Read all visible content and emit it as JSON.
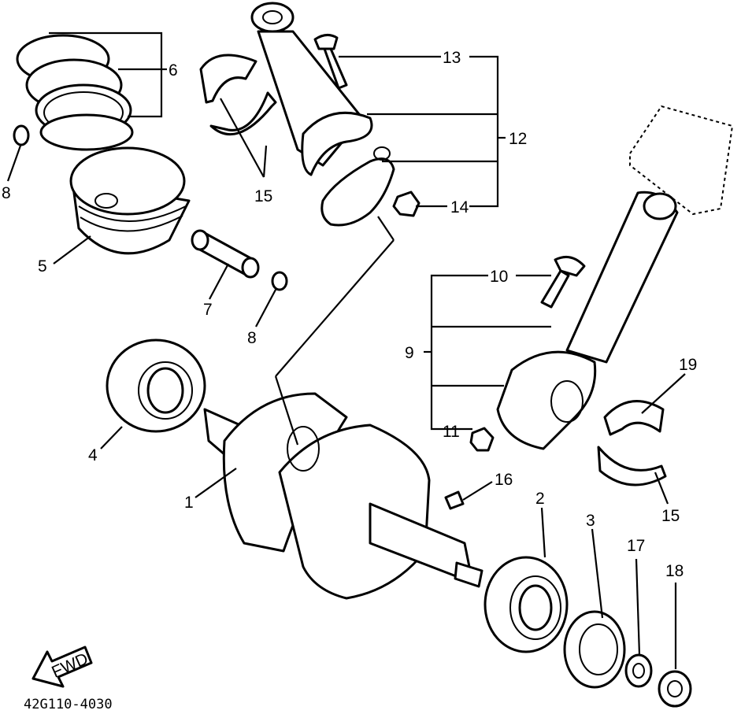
{
  "callouts": [
    "1",
    "2",
    "3",
    "4",
    "5",
    "6",
    "7",
    "8",
    "8",
    "9",
    "10",
    "11",
    "12",
    "13",
    "14",
    "15",
    "15",
    "16",
    "17",
    "18",
    "19"
  ],
  "labels": {
    "l1": "1",
    "l2": "2",
    "l3": "3",
    "l4": "4",
    "l5": "5",
    "l6": "6",
    "l7": "7",
    "l8a": "8",
    "l8b": "8",
    "l9": "9",
    "l10": "10",
    "l11": "11",
    "l12": "12",
    "l13": "13",
    "l14": "14",
    "l15a": "15",
    "l15b": "15",
    "l16": "16",
    "l17": "17",
    "l18": "18",
    "l19": "19"
  },
  "fwd_label": "FWD",
  "diagram_code": "42G110-4030"
}
